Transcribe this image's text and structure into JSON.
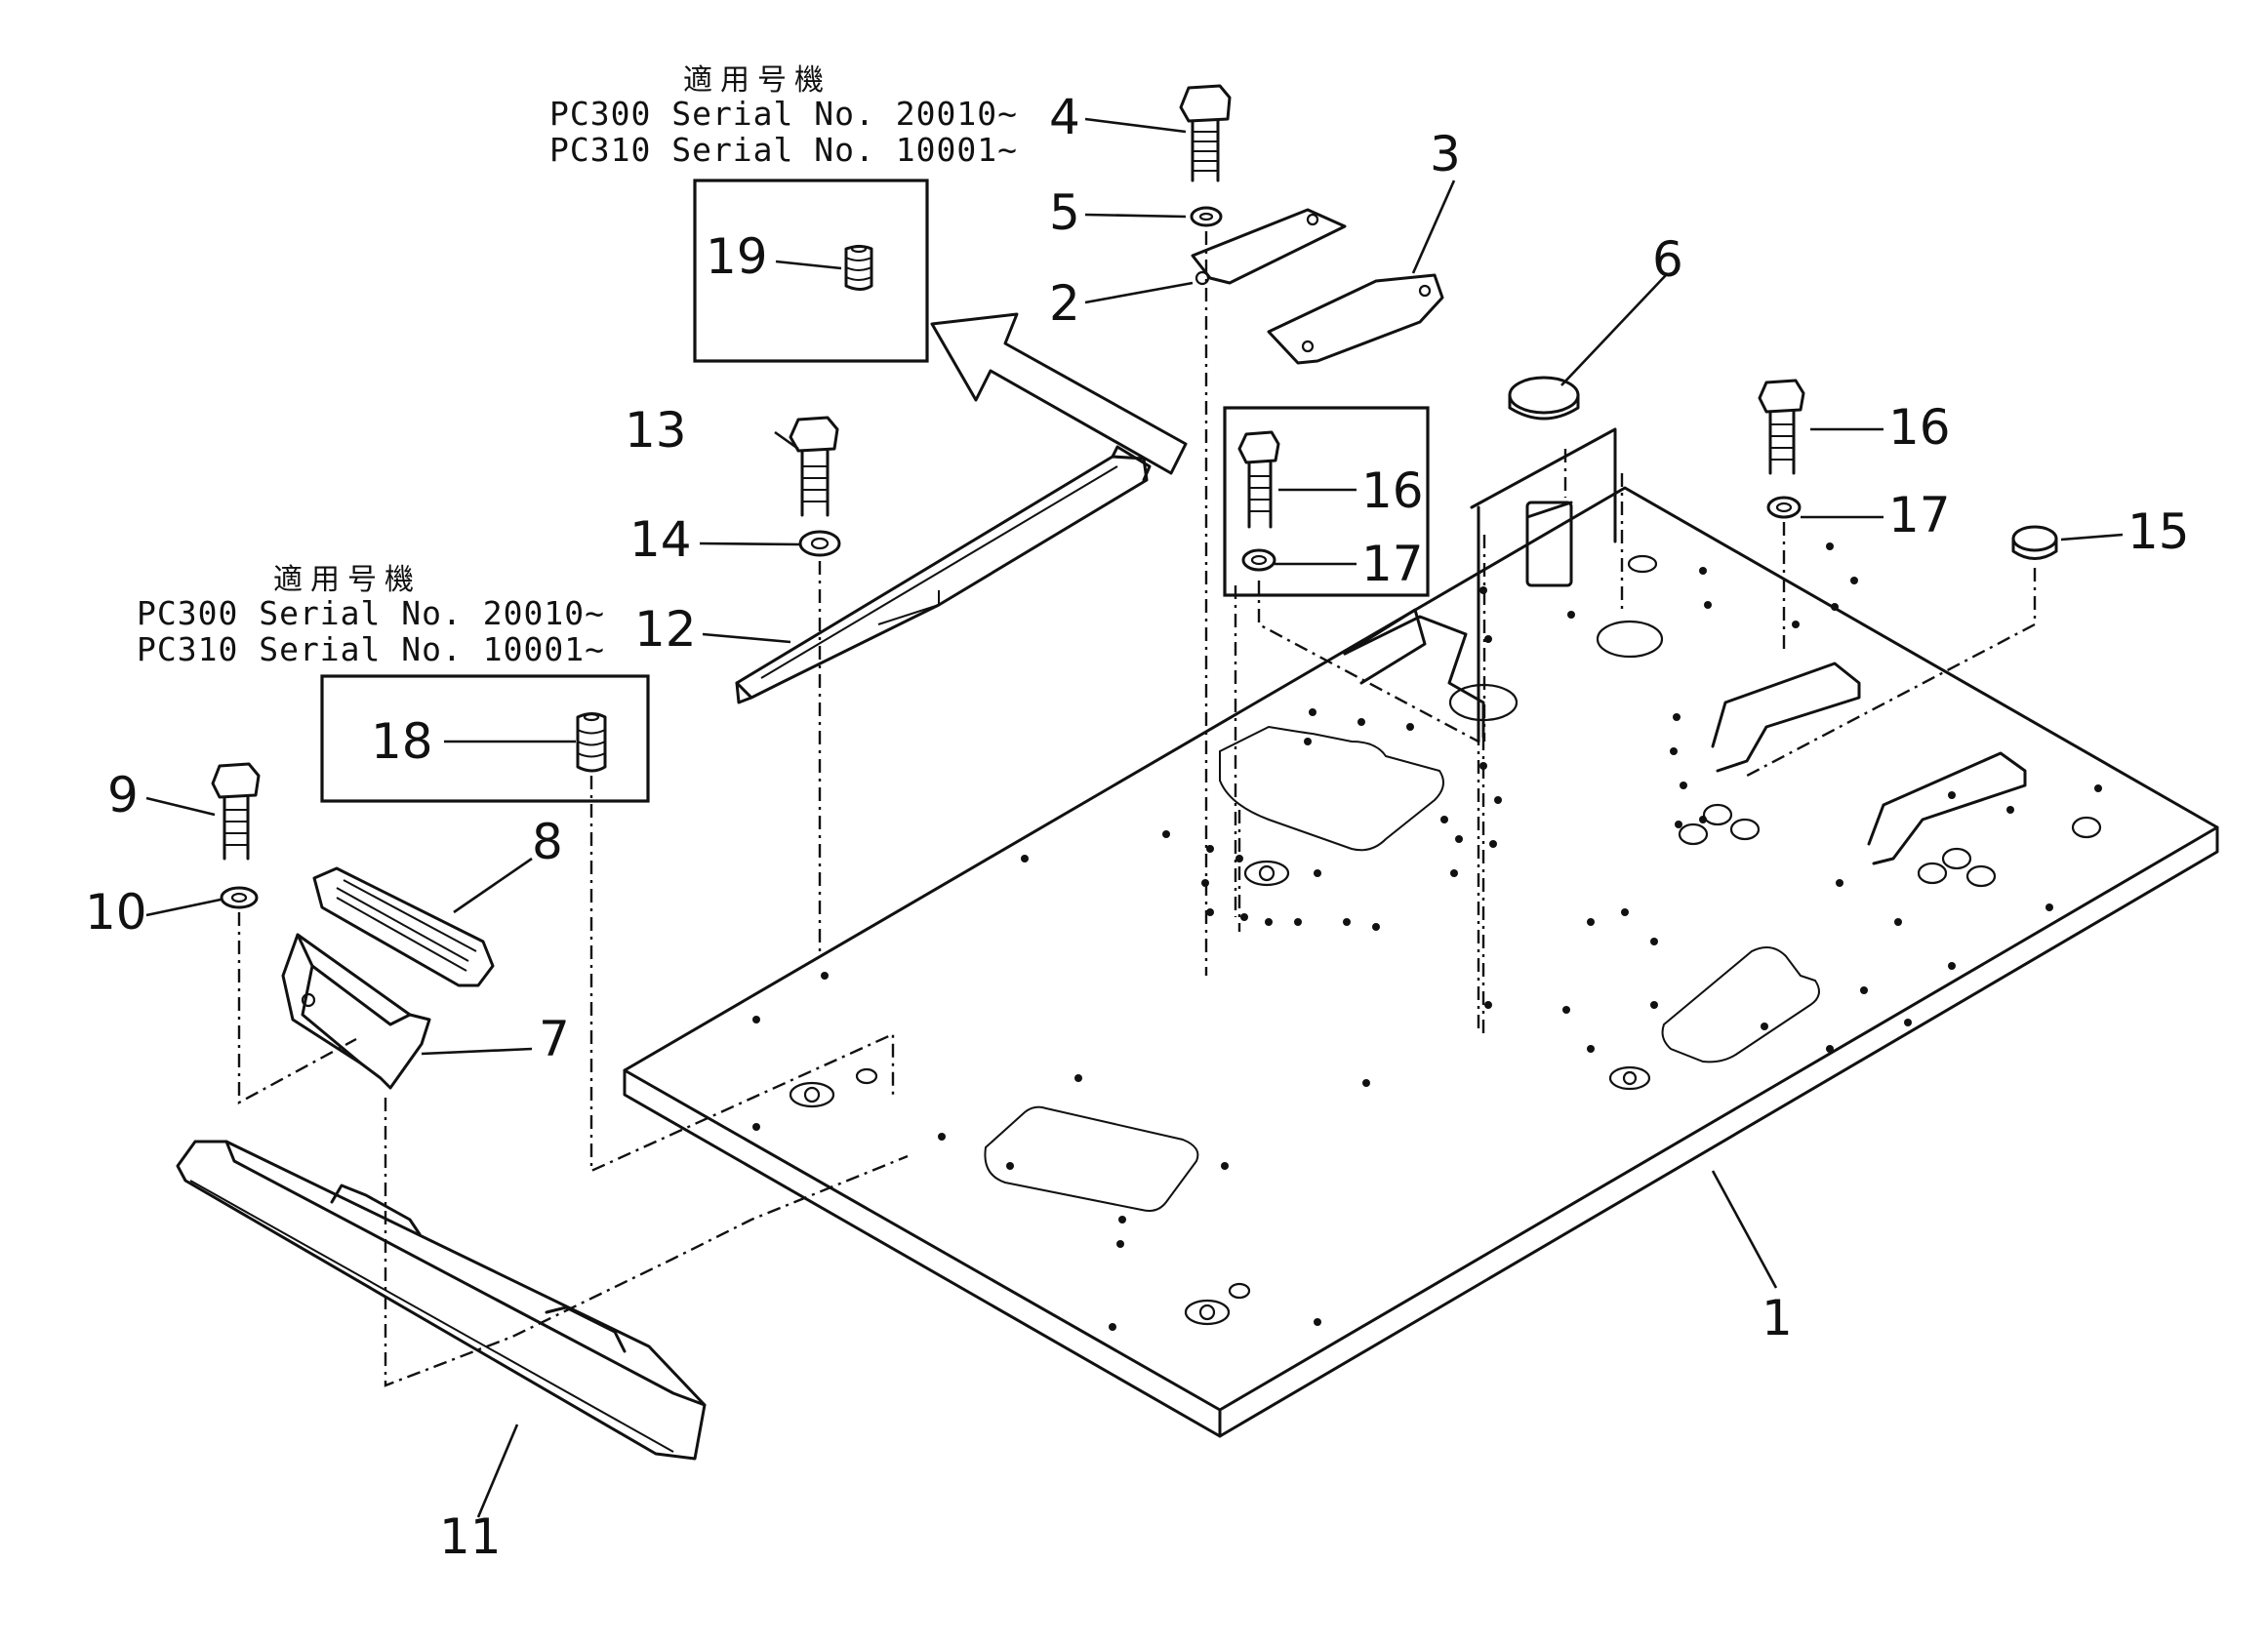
{
  "applicability": [
    {
      "title": "適用号機",
      "lines": [
        "PC300  Serial  No. 20010~",
        "PC310  Serial  No. 10001~"
      ],
      "part_ref": "19"
    },
    {
      "title": "適用号機",
      "lines": [
        "PC300  Serial  No. 20010~",
        "PC310  Serial  No. 10001~"
      ],
      "part_ref": "18"
    }
  ],
  "callouts": {
    "c1": "1",
    "c2": "2",
    "c3": "3",
    "c4": "4",
    "c5": "5",
    "c6": "6",
    "c7": "7",
    "c8": "8",
    "c9": "9",
    "c10": "10",
    "c11": "11",
    "c12": "12",
    "c13": "13",
    "c14": "14",
    "c15": "15",
    "c16a": "16",
    "c16b": "16",
    "c17a": "17",
    "c17b": "17",
    "c18": "18",
    "c19": "19"
  }
}
